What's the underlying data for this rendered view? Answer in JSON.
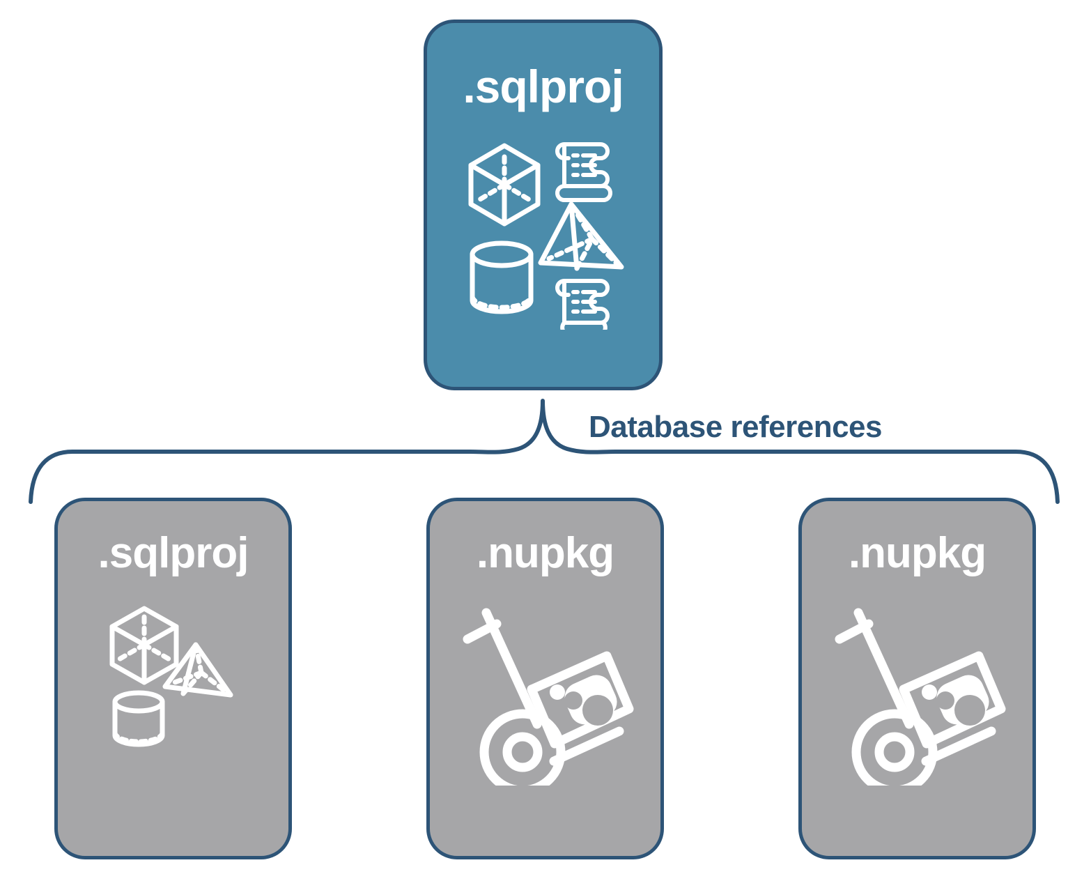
{
  "diagram": {
    "title": "Database references",
    "colors": {
      "card_blue": "#4b8cab",
      "card_gray": "#a6a6a8",
      "border": "#2d5477",
      "label_text": "#2d5477",
      "card_text": "#ffffff",
      "background": "#ffffff"
    },
    "connector": {
      "type": "curly-brace",
      "label": "Database references",
      "orientation": "top-to-bottom",
      "parent_count": 1,
      "child_count": 3
    }
  },
  "parent": {
    "id": "sqlproj-root",
    "label": ".sqlproj",
    "fill": "blue",
    "icons": [
      "cube-icon",
      "scroll-icon",
      "pyramid-icon",
      "cylinder-icon",
      "scroll-icon"
    ]
  },
  "children": [
    {
      "id": "sqlproj-reference",
      "label": ".sqlproj",
      "fill": "gray",
      "icons": [
        "cube-icon",
        "pyramid-icon",
        "cylinder-icon"
      ]
    },
    {
      "id": "nupkg-reference-1",
      "label": ".nupkg",
      "fill": "gray",
      "icons": [
        "hand-truck-package-icon"
      ]
    },
    {
      "id": "nupkg-reference-2",
      "label": ".nupkg",
      "fill": "gray",
      "icons": [
        "hand-truck-package-icon"
      ]
    }
  ]
}
